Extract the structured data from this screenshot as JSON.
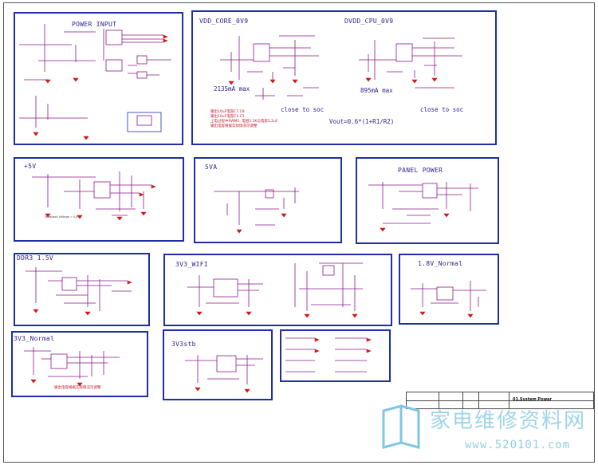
{
  "blocks": {
    "power_input": {
      "title": "POWER INPUT"
    },
    "vdd_core": {
      "title": "VDD_CORE_0V9",
      "current": "2135mA max",
      "note": "close to soc"
    },
    "dvdd_cpu": {
      "title": "DVDD_CPU_0V9",
      "current": "895mA max",
      "note": "close to soc"
    },
    "vout": {
      "formula": "Vout=0.6*(1+R1/R2)"
    },
    "plus5v": {
      "title": "+5V",
      "feedback": "Feedback Voltage = 0.6"
    },
    "fiveva": {
      "title": "5VA"
    },
    "panel_power": {
      "title": "PANEL POWER"
    },
    "ddr3": {
      "title": "DDR3 1.5V"
    },
    "wifi": {
      "title": "3V3_WIFI"
    },
    "normal18": {
      "title": "1.8V_Normal"
    },
    "normal33": {
      "title": "3V3_Normal",
      "cn_note": "输出电容根据实际情况可调整"
    },
    "stb33": {
      "title": "3V3stb"
    }
  },
  "cn_notes": [
    "输出10uF电容C7,C8",
    "输出10uF电容C1,C2",
    "上电过程中PWM1, 电阻5.1K与电容2.2uF",
    "输出电容根据实际情况可调整"
  ],
  "title_block": {
    "sheet_name": "01.System Power"
  },
  "watermark": {
    "text": "家电维修资料网",
    "url": "www.520101.com"
  },
  "colors": {
    "frame": "#1f2ea6",
    "wire": "#8b1a8b",
    "power": "#d01818",
    "text": "#2a1f86"
  }
}
